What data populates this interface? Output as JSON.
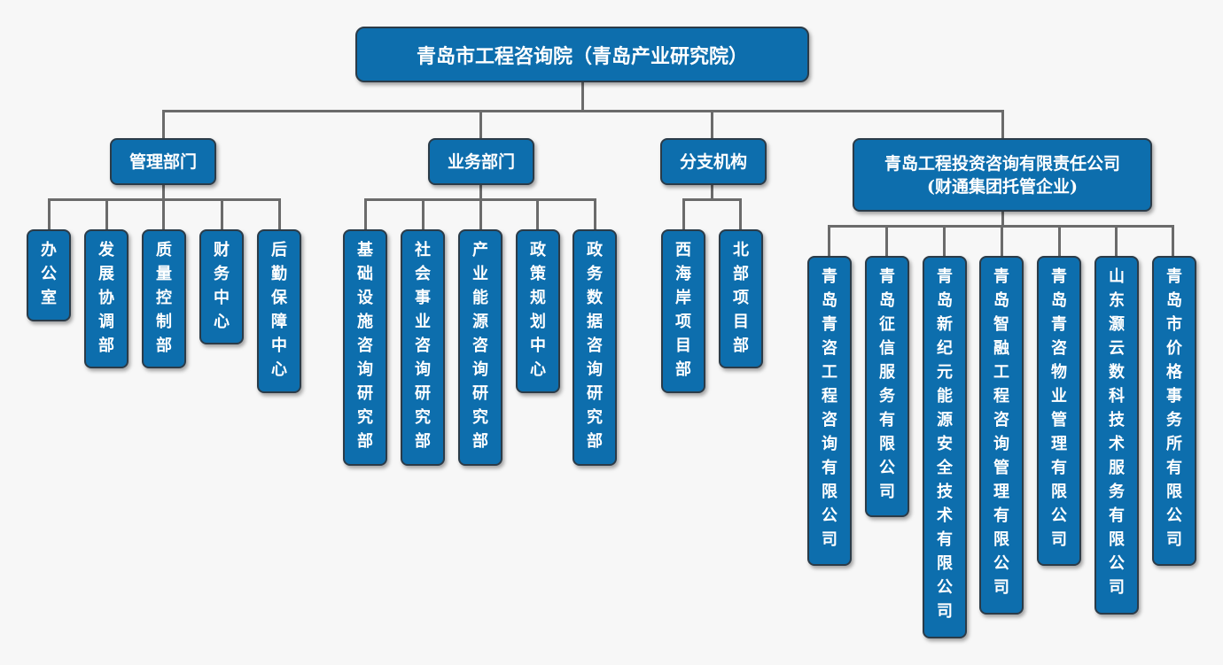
{
  "root": {
    "label": "青岛市工程咨询院（青岛产业研究院）"
  },
  "groups": [
    {
      "label": "管理部门",
      "children": [
        "办公室",
        "发展协调部",
        "质量控制部",
        "财务中心",
        "后勤保障中心"
      ]
    },
    {
      "label": "业务部门",
      "children": [
        "基础设施咨询研究部",
        "社会事业咨询研究部",
        "产业能源咨询研究部",
        "政策规划中心",
        "政务数据咨询研究部"
      ]
    },
    {
      "label": "分支机构",
      "children": [
        "西海岸项目部",
        "北部项目部"
      ]
    },
    {
      "label": "青岛工程投资咨询有限责任公司\n(财通集团托管企业)",
      "children": [
        "青岛青咨工程咨询有限公司",
        "青岛征信服务有限公司",
        "青岛新纪元能源安全技术有限公司",
        "青岛智融工程咨询管理有限公司",
        "青岛青咨物业管理有限公司",
        "山东灏云数科技术服务有限公司",
        "青岛市价格事务所有限公司"
      ]
    }
  ],
  "colors": {
    "box": "#0d6ead",
    "border": "#2b3b48",
    "line": "#6b6b6b",
    "text": "#ffffff",
    "background": "#f7f7f7"
  }
}
